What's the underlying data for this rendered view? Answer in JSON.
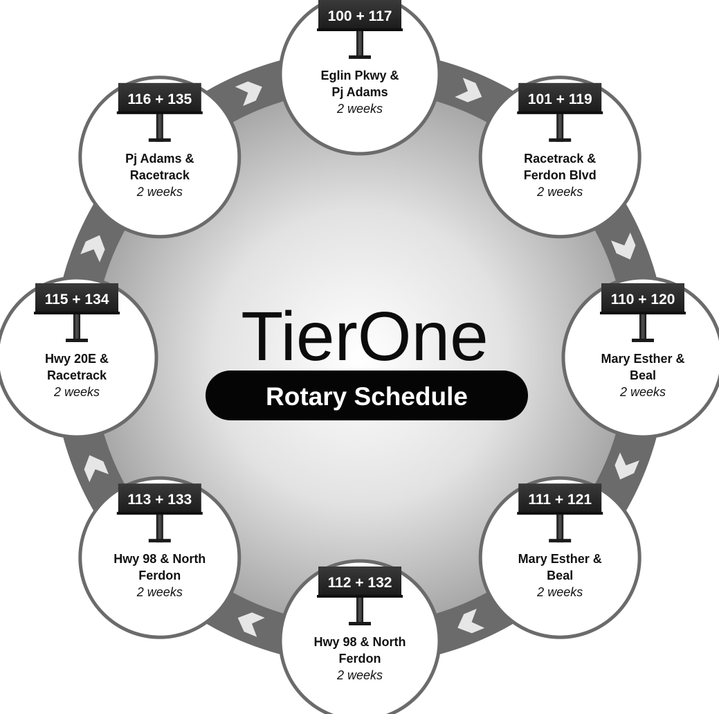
{
  "title": "TierOne",
  "subtitle": "Rotary Schedule",
  "colors": {
    "ring": "#6b6b6b",
    "arrow": "#e6e6e6",
    "board": "#262626",
    "node_border": "#6b6b6b",
    "center_light": "#ffffff",
    "center_dark": "#a8a8a8"
  },
  "icons": {
    "billboard": "billboard-icon",
    "arrow": "chevron-right-icon"
  },
  "nodes": [
    {
      "board": "100 + 117",
      "lines": [
        "Eglin Pkwy &",
        "Pj Adams"
      ],
      "duration": "2 weeks"
    },
    {
      "board": "101 + 119",
      "lines": [
        "Racetrack &",
        "Ferdon Blvd"
      ],
      "duration": "2 weeks"
    },
    {
      "board": "110 + 120",
      "lines": [
        "Mary Esther &",
        "Beal"
      ],
      "duration": "2 weeks"
    },
    {
      "board": "111 + 121",
      "lines": [
        "Mary Esther &",
        "Beal"
      ],
      "duration": "2 weeks"
    },
    {
      "board": "112 + 132",
      "lines": [
        "Hwy 98 & North",
        "Ferdon"
      ],
      "duration": "2 weeks"
    },
    {
      "board": "113 + 133",
      "lines": [
        "Hwy 98 & North",
        "Ferdon"
      ],
      "duration": "2 weeks"
    },
    {
      "board": "115 + 134",
      "lines": [
        "Hwy 20E &",
        "Racetrack"
      ],
      "duration": "2 weeks"
    },
    {
      "board": "116 + 135",
      "lines": [
        "Pj Adams &",
        "Racetrack"
      ],
      "duration": "2 weeks"
    }
  ]
}
